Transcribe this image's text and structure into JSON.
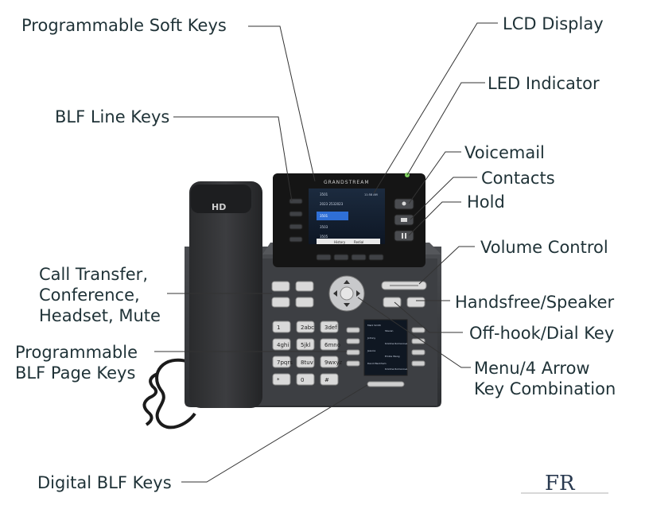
{
  "labels": {
    "soft_keys": "Programmable Soft Keys",
    "lcd": "LCD Display",
    "led": "LED Indicator",
    "blf_line": "BLF Line Keys",
    "voicemail": "Voicemail",
    "contacts": "Contacts",
    "hold": "Hold",
    "volume": "Volume Control",
    "call_transfer": [
      "Call Transfer,",
      "Conference,",
      "Headset, Mute"
    ],
    "handsfree": "Handsfree/Speaker",
    "offhook": "Off-hook/Dial Key",
    "blf_page": [
      "Programmable",
      "BLF Page Keys"
    ],
    "menu": [
      "Menu/4 Arrow",
      "Key Combination"
    ],
    "digital_blf": "Digital BLF Keys"
  },
  "phone": {
    "brand": "GRANDSTREAM",
    "handset_text": "HD",
    "screen_lines": [
      "3501",
      "2023 2532023",
      "3501",
      "3503",
      "3505"
    ],
    "screen_time": "11:58 AM",
    "screen_softkeys": [
      "History",
      "Redial"
    ],
    "keypad": [
      "1",
      "2abc",
      "3def",
      "4ghi",
      "5jkl",
      "6mno",
      "7pqrs",
      "8tuv",
      "9wxyz",
      "*",
      "0",
      "#"
    ],
    "blf_entries": [
      "Mark Smith",
      "Steven",
      "Johnny",
      "Kristina Romanova",
      "Jessica",
      "Emilia Wang",
      "David Beckham",
      "Kristina Romanova"
    ]
  },
  "logo": {
    "text": "FR"
  },
  "colors": {
    "label": "#1f3237",
    "body": "#3a3c3f",
    "line": "#333333",
    "screen_blue": "#2f6fd6"
  }
}
